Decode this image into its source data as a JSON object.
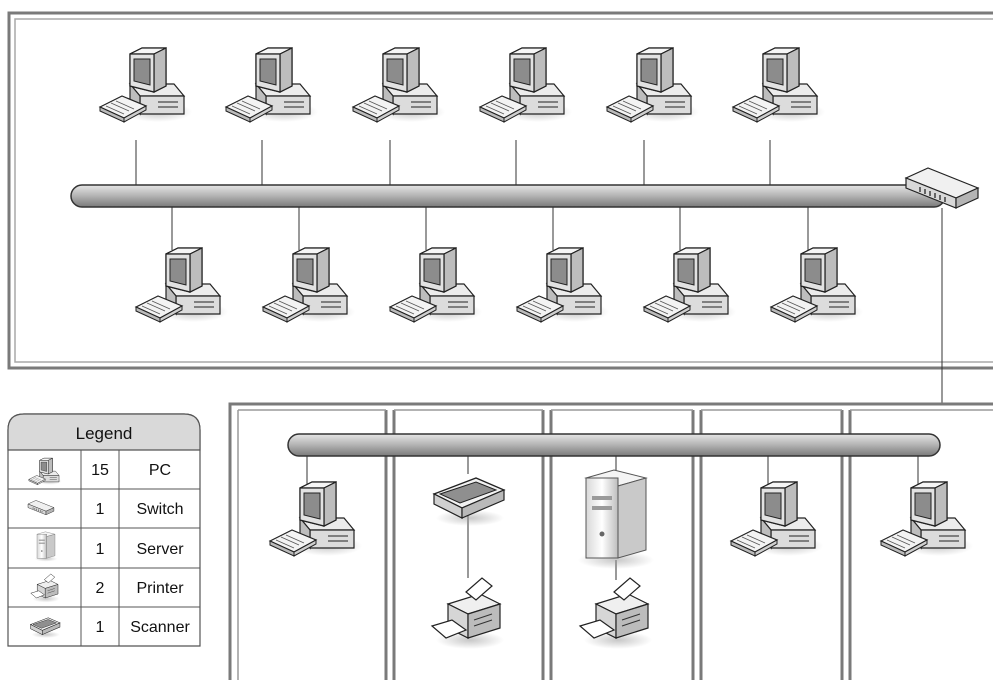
{
  "legend": {
    "title": "Legend",
    "rows": [
      {
        "icon": "pc-icon",
        "count": "15",
        "label": "PC"
      },
      {
        "icon": "switch-icon",
        "count": "1",
        "label": "Switch"
      },
      {
        "icon": "server-icon",
        "count": "1",
        "label": "Server"
      },
      {
        "icon": "printer-icon",
        "count": "2",
        "label": "Printer"
      },
      {
        "icon": "scanner-icon",
        "count": "1",
        "label": "Scanner"
      }
    ]
  },
  "colors": {
    "panel_border": "#777777",
    "panel_fill": "#ffffff",
    "bus_fill": "#b0b0b0",
    "bus_stroke": "#333333",
    "legend_header": "#d9d9d9"
  }
}
